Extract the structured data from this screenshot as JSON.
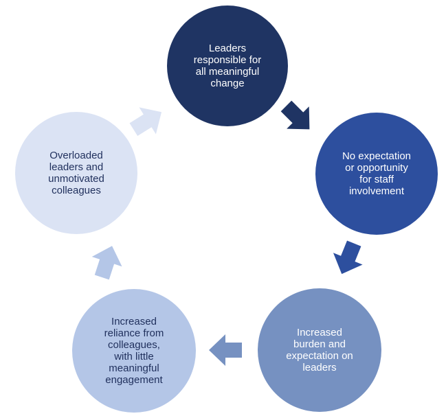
{
  "diagram": {
    "type": "cycle",
    "nodes": [
      {
        "id": "n1",
        "text": "Leaders\nresponsible for\nall meaningful\nchange",
        "color": "#1f3463"
      },
      {
        "id": "n2",
        "text": "No expectation\nor opportunity\nfor staff\ninvolvement",
        "color": "#2d4f9e"
      },
      {
        "id": "n3",
        "text": "Increased\nburden and\nexpectation on\nleaders",
        "color": "#7691c1"
      },
      {
        "id": "n4",
        "text": "Increased\nreliance from\ncolleagues,\nwith little\nmeaningful\nengagement",
        "color": "#b4c6e7"
      },
      {
        "id": "n5",
        "text": "Overloaded\nleaders and\nunmotivated\ncolleagues",
        "color": "#dbe3f4"
      }
    ],
    "arrows": [
      {
        "from": "n1",
        "to": "n2",
        "color": "#1f3463"
      },
      {
        "from": "n2",
        "to": "n3",
        "color": "#2d4f9e"
      },
      {
        "from": "n3",
        "to": "n4",
        "color": "#7691c1"
      },
      {
        "from": "n4",
        "to": "n5",
        "color": "#b4c6e7"
      },
      {
        "from": "n5",
        "to": "n1",
        "color": "#dbe3f4"
      }
    ]
  }
}
